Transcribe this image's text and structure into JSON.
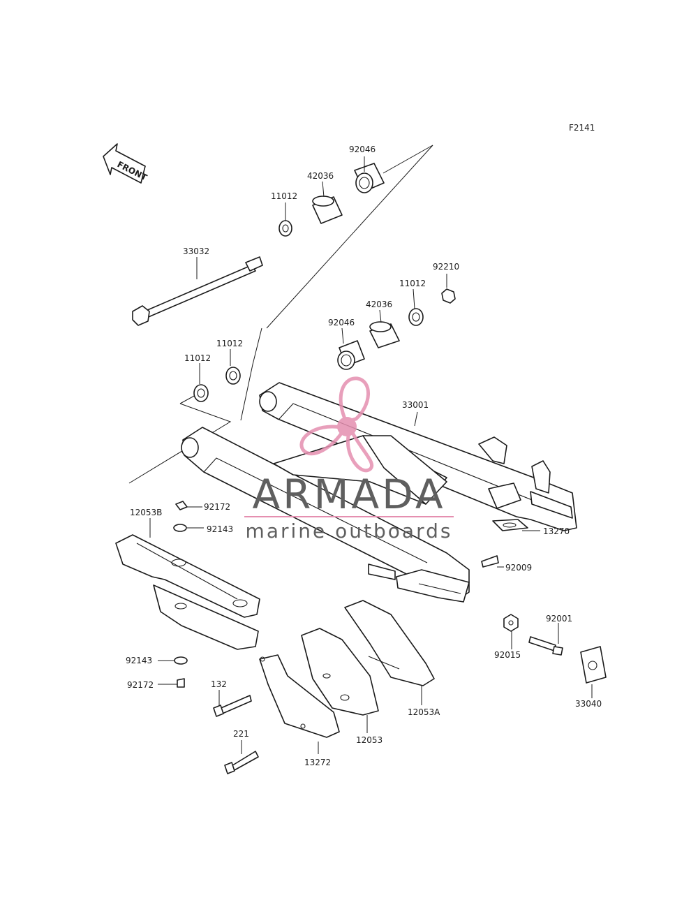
{
  "figure_code": "F2141",
  "front_label": "FRONT",
  "watermark": {
    "brand": "ARMADA",
    "tagline": "marine outboards",
    "accent_color": "#e58fb0",
    "text_color": "#5f5f5f"
  },
  "part_labels": [
    {
      "id": "p-92046-top",
      "text": "92046"
    },
    {
      "id": "p-42036-top",
      "text": "42036"
    },
    {
      "id": "p-11012-top",
      "text": "11012"
    },
    {
      "id": "p-33032",
      "text": "33032"
    },
    {
      "id": "p-92210",
      "text": "92210"
    },
    {
      "id": "p-11012-mid",
      "text": "11012"
    },
    {
      "id": "p-42036-mid",
      "text": "42036"
    },
    {
      "id": "p-92046-mid",
      "text": "92046"
    },
    {
      "id": "p-11012-left2",
      "text": "11012"
    },
    {
      "id": "p-11012-left1",
      "text": "11012"
    },
    {
      "id": "p-33001",
      "text": "33001"
    },
    {
      "id": "p-12053B",
      "text": "12053B"
    },
    {
      "id": "p-92172-top",
      "text": "92172"
    },
    {
      "id": "p-92143-top",
      "text": "92143"
    },
    {
      "id": "p-13270",
      "text": "13270"
    },
    {
      "id": "p-92009",
      "text": "92009"
    },
    {
      "id": "p-92001",
      "text": "92001"
    },
    {
      "id": "p-92015",
      "text": "92015"
    },
    {
      "id": "p-33040",
      "text": "33040"
    },
    {
      "id": "p-92143-bot",
      "text": "92143"
    },
    {
      "id": "p-92172-bot",
      "text": "92172"
    },
    {
      "id": "p-132",
      "text": "132"
    },
    {
      "id": "p-12053A",
      "text": "12053A"
    },
    {
      "id": "p-12053",
      "text": "12053"
    },
    {
      "id": "p-221",
      "text": "221"
    },
    {
      "id": "p-13272",
      "text": "13272"
    }
  ]
}
